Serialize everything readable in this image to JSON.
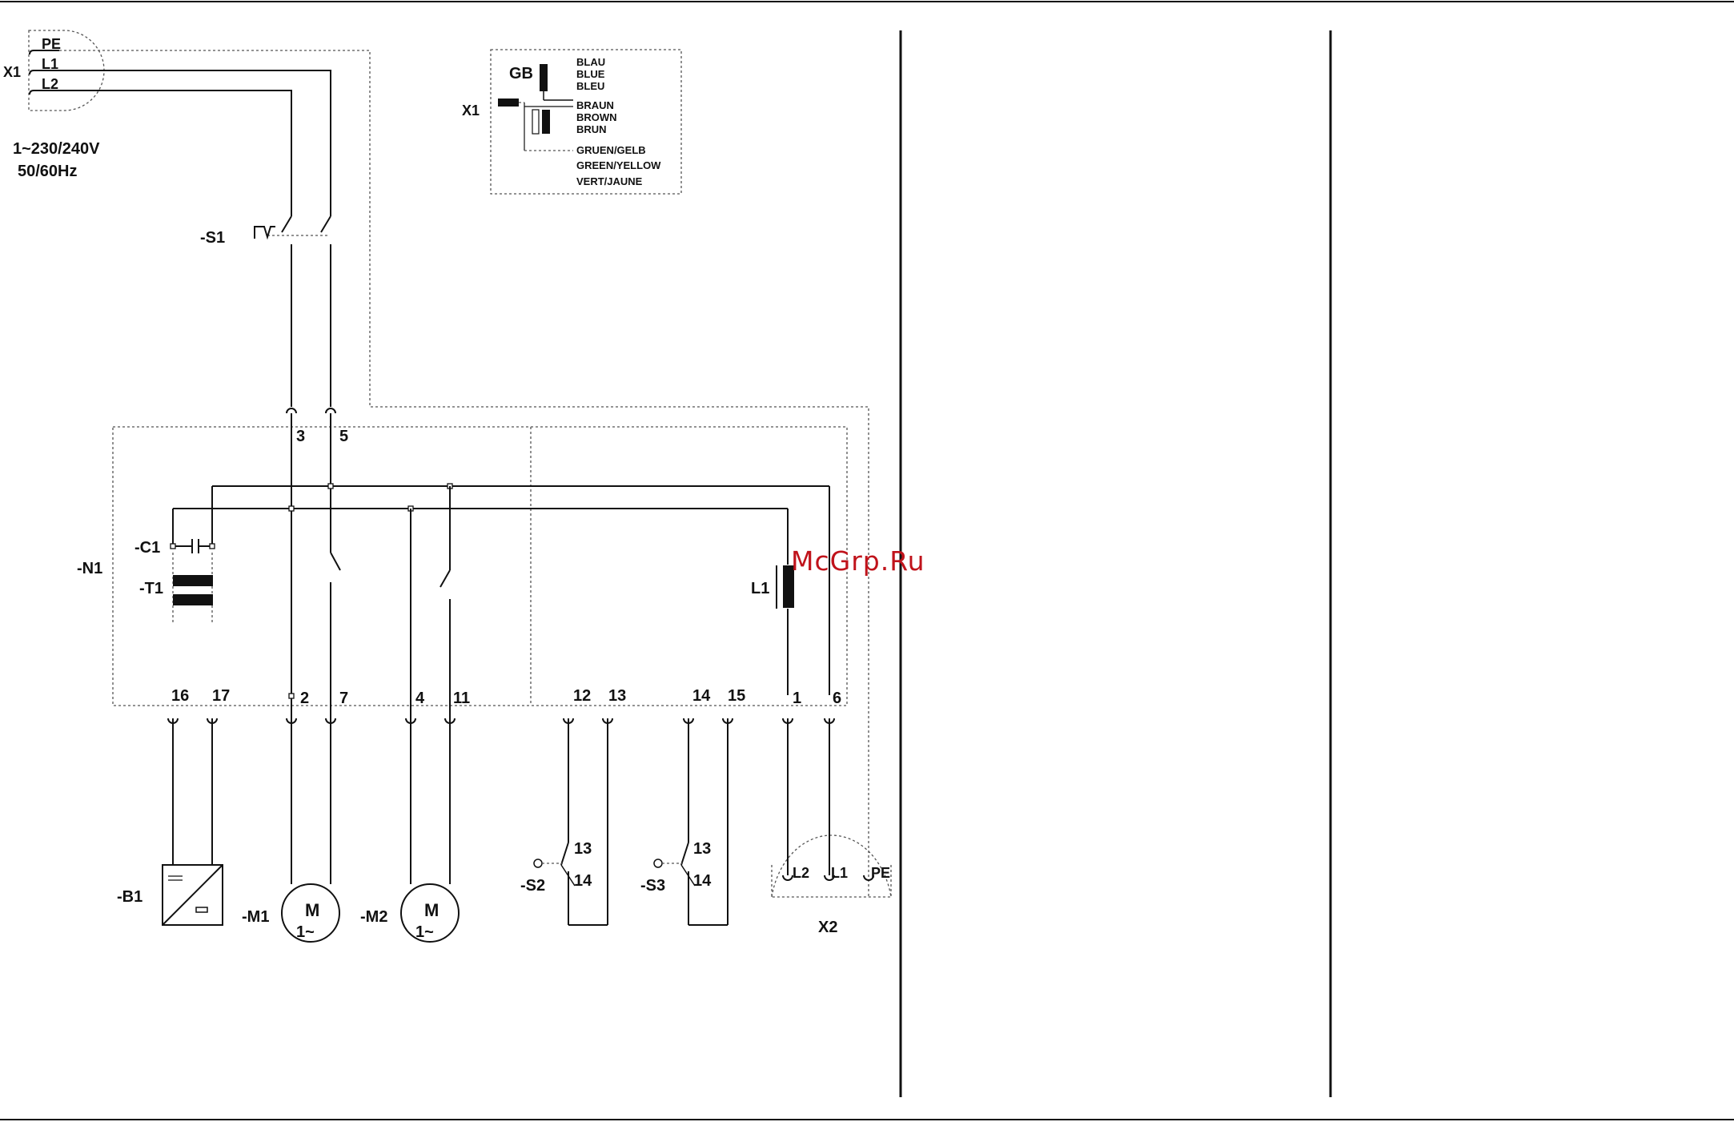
{
  "supply": {
    "connector": "X1",
    "terminals": [
      "PE",
      "L1",
      "L2"
    ],
    "voltage": "1~230/240V",
    "frequency": "50/60Hz"
  },
  "color_legend": {
    "connector": "X1",
    "ground_mark": "GB",
    "blue": [
      "BLAU",
      "BLUE",
      "BLEU"
    ],
    "brown": [
      "BRAUN",
      "BROWN",
      "BRUN"
    ],
    "green_yellow": [
      "GRUEN/GELB",
      "GREEN/YELLOW",
      "VERT/JAUNE"
    ]
  },
  "components": {
    "main_switch": "-S1",
    "controller": "-N1",
    "capacitor": "-C1",
    "transformer": "-T1",
    "coil": "L1",
    "sensor": "-B1",
    "motor1": "-M1",
    "motor2": "-M2",
    "motor_symbol": "M",
    "motor_phase": "1~",
    "switch2": "-S2",
    "switch3": "-S3",
    "outlet_connector": "X2"
  },
  "terminals": {
    "top": [
      "3",
      "5"
    ],
    "bottom": [
      "16",
      "17",
      "2",
      "7",
      "4",
      "11",
      "12",
      "13",
      "14",
      "15",
      "1",
      "6"
    ],
    "s2": [
      "13",
      "14"
    ],
    "s3": [
      "13",
      "14"
    ],
    "x2": [
      "L2",
      "L1",
      "PE"
    ]
  },
  "watermark": "McGrp.Ru"
}
